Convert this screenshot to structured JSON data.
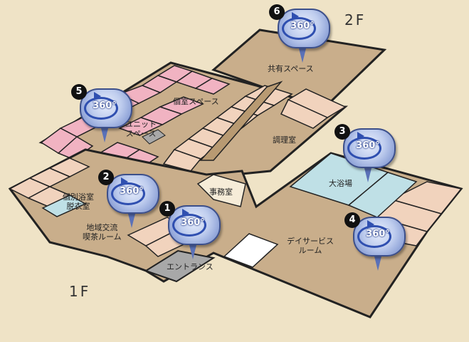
{
  "floors": {
    "second": "2F",
    "first": "1F"
  },
  "rooms": {
    "shared_space": "共有スペース",
    "private_room_space": "個室スペース",
    "unit_space": "ユニット\nスペース",
    "kitchen": "調理室",
    "office": "事務室",
    "large_bath": "大浴場",
    "private_bath": "個別浴室\n脱衣室",
    "community_cafe": "地域交流\n喫茶ルーム",
    "day_service": "デイサービス\nルーム",
    "entrance": "エントランス"
  },
  "pins": [
    {
      "num": "1",
      "label": "360°"
    },
    {
      "num": "2",
      "label": "360°"
    },
    {
      "num": "3",
      "label": "360°"
    },
    {
      "num": "4",
      "label": "360°"
    },
    {
      "num": "5",
      "label": "360°"
    },
    {
      "num": "6",
      "label": "360°"
    }
  ],
  "colors": {
    "background": "#efe3c6",
    "floor": "#c9ae8b",
    "room": "#f1d3bd",
    "pink_room": "#f1b3c2",
    "bath": "#bfe0e6",
    "entrance": "#a8a8a8",
    "pin": "#6f87c9"
  }
}
